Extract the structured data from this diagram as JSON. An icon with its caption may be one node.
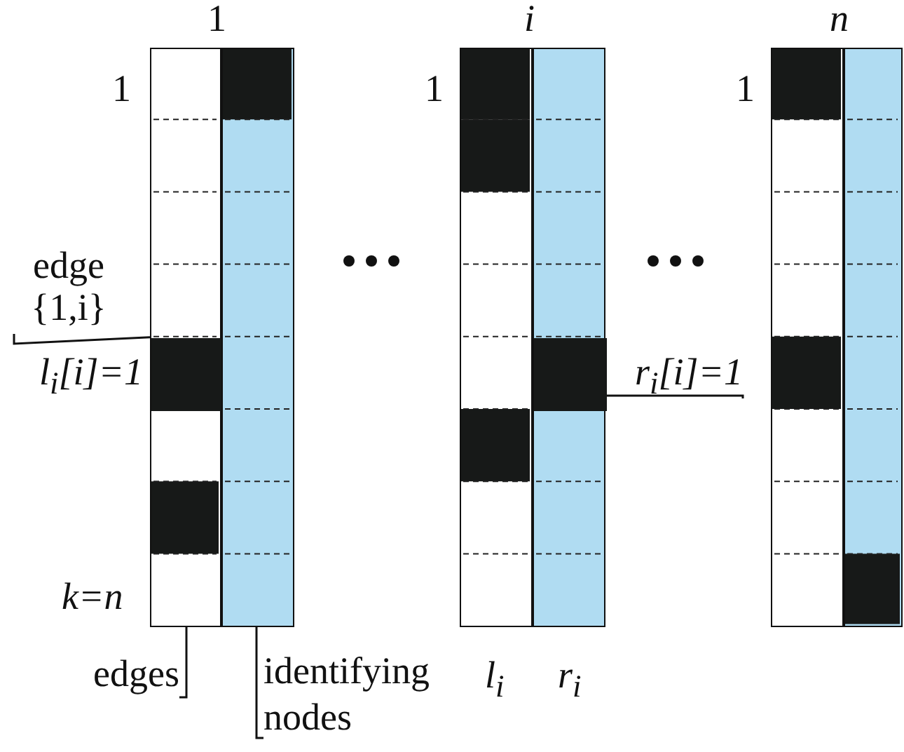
{
  "diagram": {
    "nodes": [
      {
        "text": [],
        "shape": "bar"
      },
      {
        "text": [],
        "shape": "box",
        "in": 0
      },
      {
        "text": [],
        "shape": "bar"
      },
      {
        "text": [],
        "shape": "bar",
        "beside": [
          "l$_{i}$"
        ]
      },
      {
        "text": [],
        "shape": "bar",
        "beside": [
          "r$_{i}$"
        ]
      },
      {
        "text": [],
        "shape": "box",
        "in": 4
      },
      {
        "text": [],
        "shape": "bar"
      },
      {
        "text": [],
        "shape": "bar"
      },
      {
        "text": [
          "edge {1,i}",
          "l$_{i}$[i]=1"
        ]
      },
      {
        "text": [
          "edges"
        ]
      },
      {
        "text": [
          "identifying nodes"
        ]
      },
      {
        "text": [
          "r$_{i}$[i]=1"
        ]
      }
    ],
    "edges": [
      {
        "from": 8,
        "to": 1,
        "arrow": "none"
      },
      {
        "from": 9,
        "to": 0,
        "arrow": "none"
      },
      {
        "from": 10,
        "to": 2,
        "arrow": "none"
      },
      {
        "from": 11,
        "to": 5,
        "arrow": "none"
      }
    ],
    "labels": [
      "1",
      "i",
      "n",
      "1",
      "1",
      "1",
      "k=n"
    ]
  }
}
